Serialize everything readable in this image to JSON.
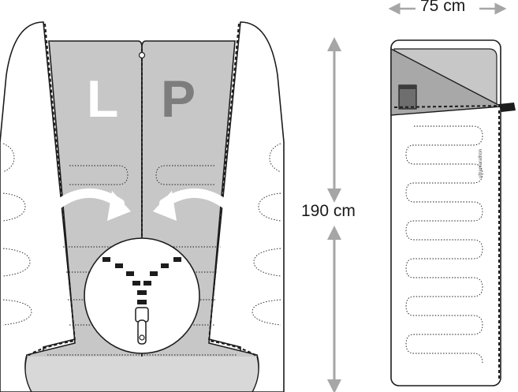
{
  "dimensions": {
    "width": "75 cm",
    "length": "190 cm"
  },
  "bags": {
    "left_letter": "L",
    "right_letter": "P"
  },
  "brand_text": "ultramarathon",
  "colors": {
    "bag_fill": "#c7c7c7",
    "outline": "#1c1c1c",
    "arrow": "#a6a6a6",
    "accent_dark": "#2a2a2a"
  },
  "icons": [
    "double-arrow-icon",
    "curved-arrow-icon",
    "zipper-pull-icon",
    "pocket-icon"
  ]
}
